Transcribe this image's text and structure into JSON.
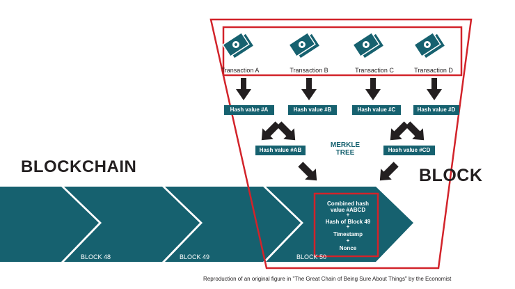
{
  "titles": {
    "blockchain": "BLOCKCHAIN",
    "block": "BLOCK"
  },
  "transactions": [
    "Transaction A",
    "Transaction B",
    "Transaction C",
    "Transaction D"
  ],
  "hashes_level1": [
    "Hash value #A",
    "Hash value #B",
    "Hash value #C",
    "Hash value #D"
  ],
  "hashes_level2": [
    "Hash value #AB",
    "Hash value #CD"
  ],
  "merkle_label": [
    "MERKLE",
    "TREE"
  ],
  "chain_blocks": [
    "BLOCK 48",
    "BLOCK 49",
    "BLOCK 50"
  ],
  "block_header": {
    "combined": [
      "Combined hash",
      "value #ABCD"
    ],
    "plus": "+",
    "prev_hash": "Hash of Block 49",
    "timestamp": "Timestamp",
    "nonce": "Nonce"
  },
  "caption": "Reproduction of an original figure in \"The Great Chain of Being Sure About Things\" by the Economist",
  "colors": {
    "teal": "#16616f",
    "red": "#d2232a",
    "dark": "#231f20",
    "white": "#ffffff"
  },
  "icons": [
    "banknote-icon"
  ]
}
